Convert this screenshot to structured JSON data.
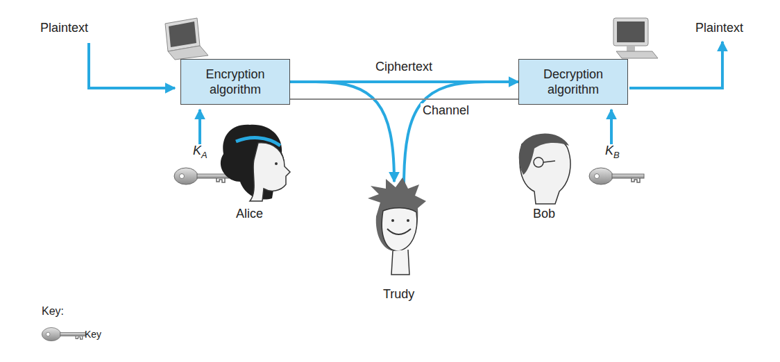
{
  "diagram": {
    "nodes": [
      {
        "text": [
          "Encryption algorithm"
        ]
      },
      {
        "text": [
          "Decryption algorithm"
        ]
      }
    ],
    "edges": [
      {
        "from": 0,
        "to": 1,
        "arrow": "to",
        "label": "Ciphertext"
      },
      {
        "from": 0,
        "to": 1,
        "arrow": "none",
        "label": "Channel"
      }
    ],
    "labels": [
      "Plaintext",
      "Plaintext",
      "KA",
      "KB",
      "Alice",
      "Bob",
      "Trudy",
      "Key:"
    ],
    "legend": [
      {
        "text": "Key"
      }
    ]
  }
}
